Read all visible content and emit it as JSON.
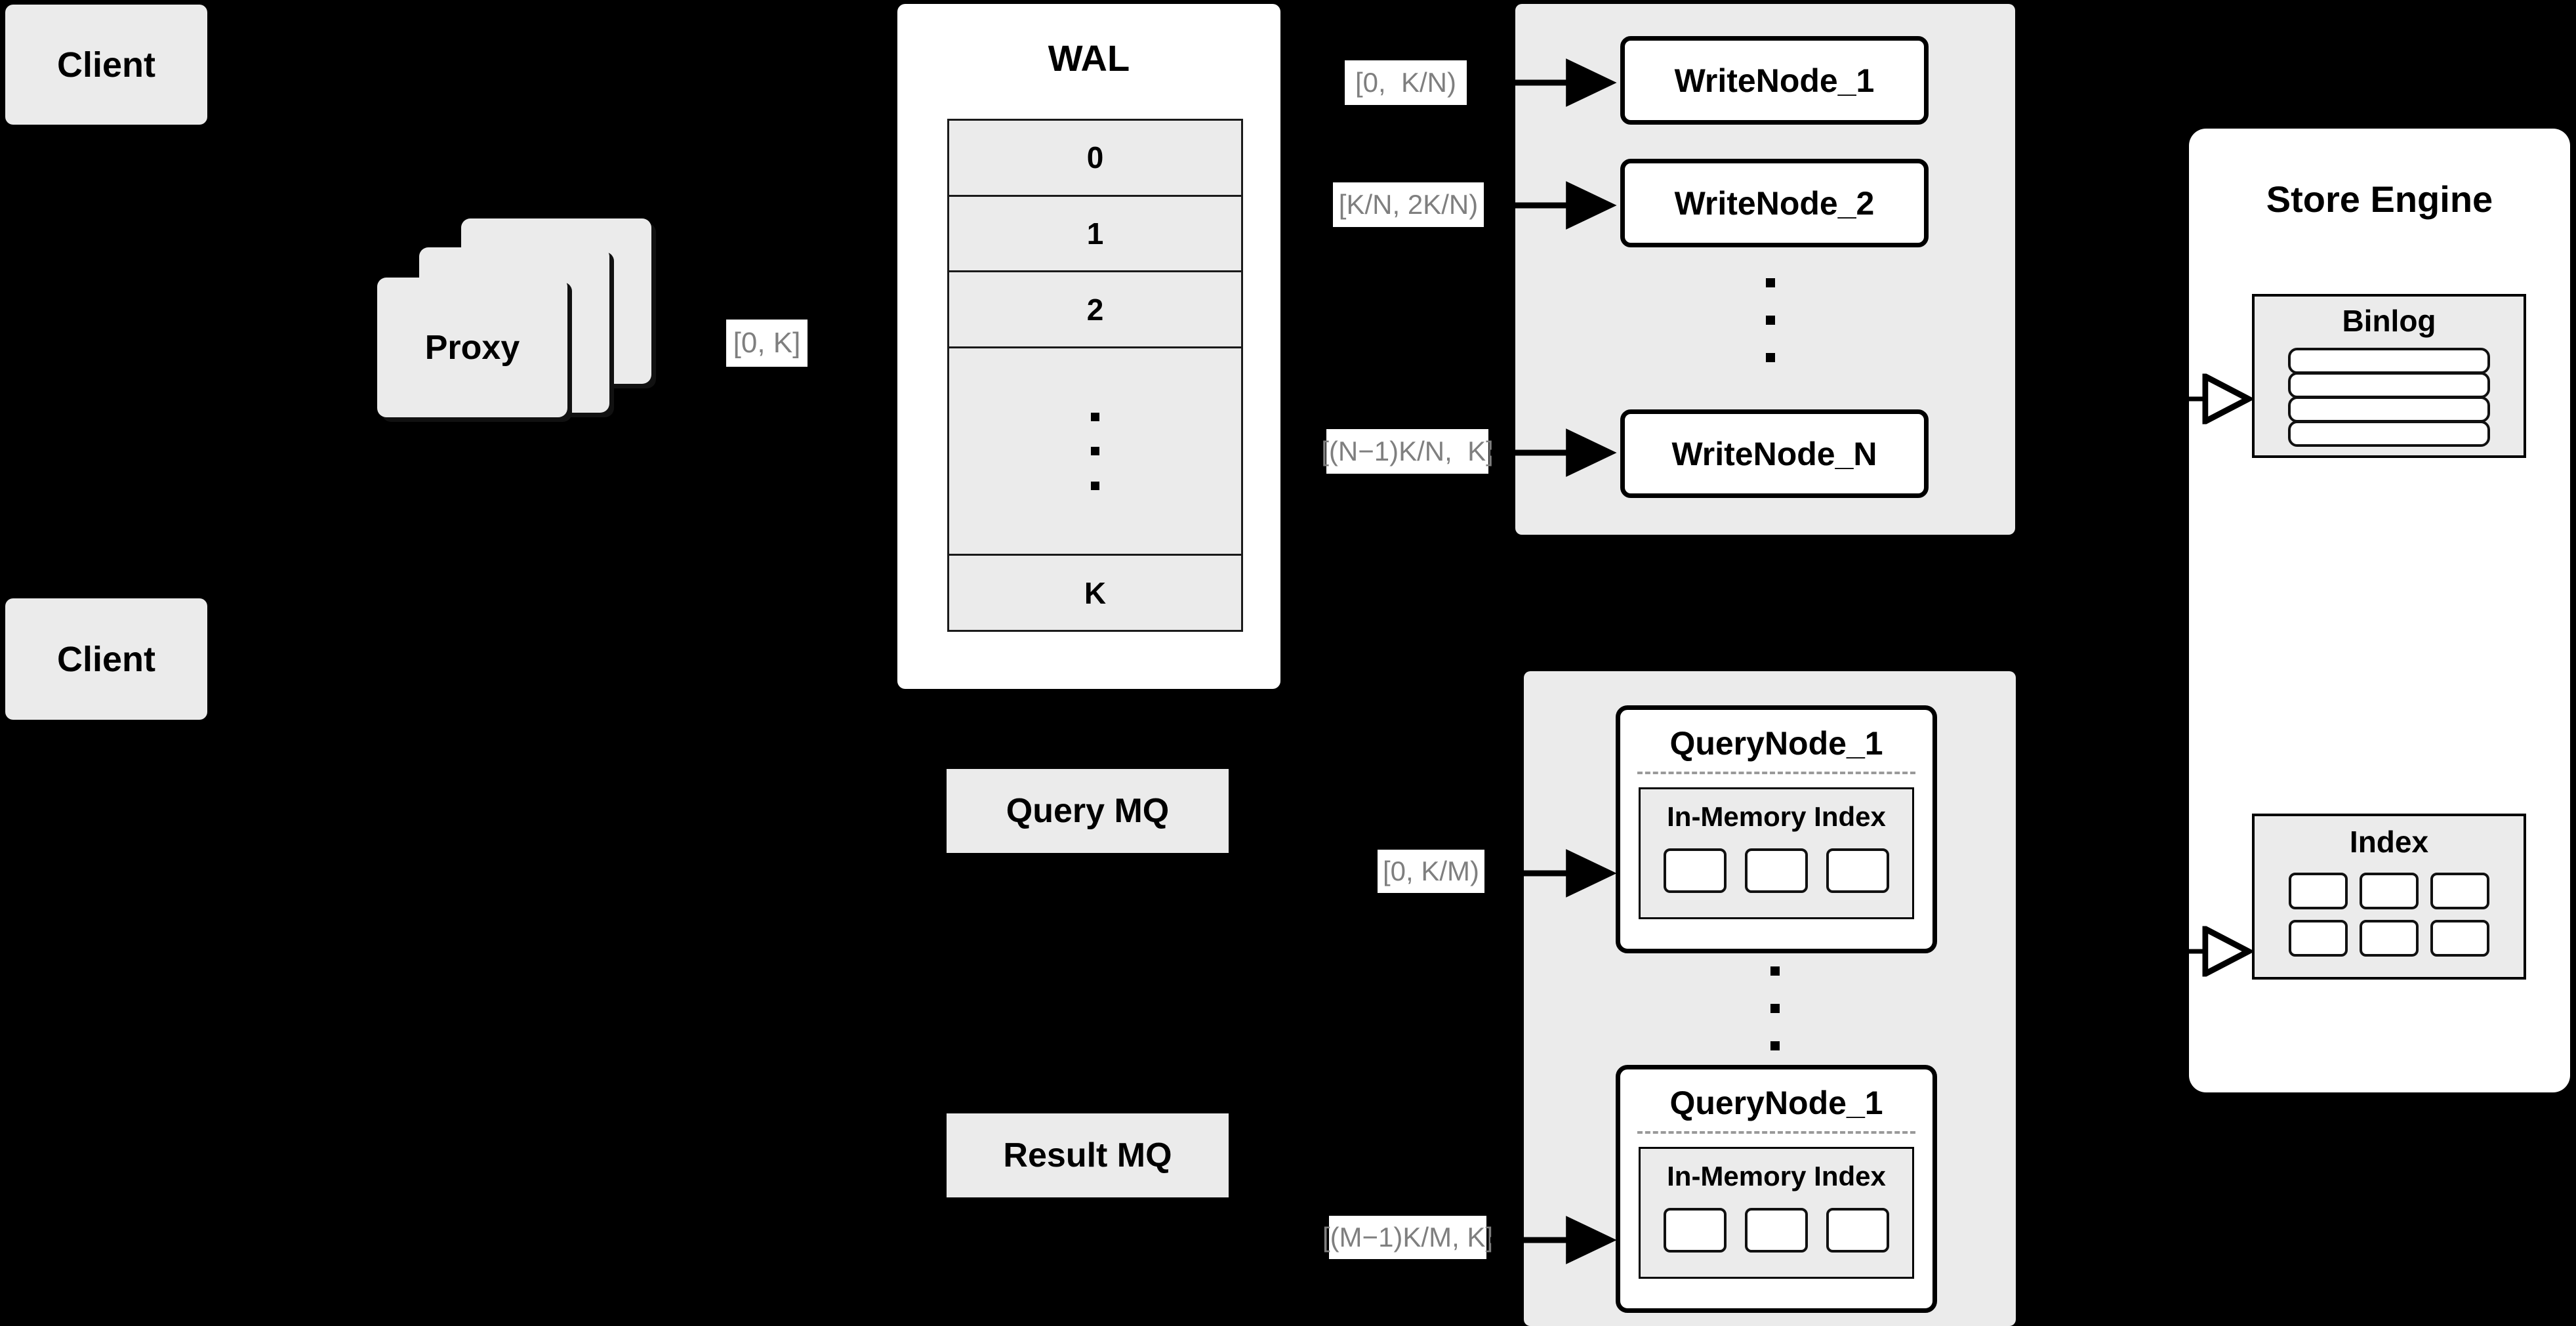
{
  "diagram": {
    "title": "Distributed Write/Query Architecture",
    "background_color": "#000000",
    "box_fill": "#ebebeb",
    "panel_fill": "#ffffff",
    "stroke_color": "#000000",
    "label_text_color": "#7f7f7f"
  },
  "clients": [
    {
      "label": "Client"
    },
    {
      "label": "Client"
    }
  ],
  "proxy": {
    "label": "Proxy",
    "stack_count": 3
  },
  "wal": {
    "title": "WAL",
    "rows": [
      "0",
      "1",
      "2",
      "",
      "K"
    ],
    "ellipsis_dots": 3
  },
  "queues": [
    {
      "label": "Query MQ"
    },
    {
      "label": "Result MQ"
    }
  ],
  "edge_labels": {
    "proxy_to_wal": "[0, K]",
    "write_1": "[0,  K/N)",
    "write_2": "[K/N, 2K/N)",
    "write_n": "[(N−1)K/N,  K]",
    "query_1": "[0, K/M)",
    "query_m": "[(M−1)K/M, K]"
  },
  "write_cluster": {
    "nodes": [
      {
        "label": "WriteNode_1"
      },
      {
        "label": "WriteNode_2"
      },
      {
        "label": "WriteNode_N"
      }
    ],
    "ellipsis_dots": 3
  },
  "query_cluster": {
    "nodes": [
      {
        "title": "QueryNode_1",
        "index_title": "In-Memory Index",
        "index_cells": 3
      },
      {
        "title": "QueryNode_1",
        "index_title": "In-Memory Index",
        "index_cells": 3
      }
    ],
    "ellipsis_dots": 3
  },
  "store_engine": {
    "title": "Store Engine",
    "binlog": {
      "title": "Binlog",
      "rows": 4
    },
    "index": {
      "title": "Index",
      "cells": 6,
      "columns": 3
    }
  }
}
